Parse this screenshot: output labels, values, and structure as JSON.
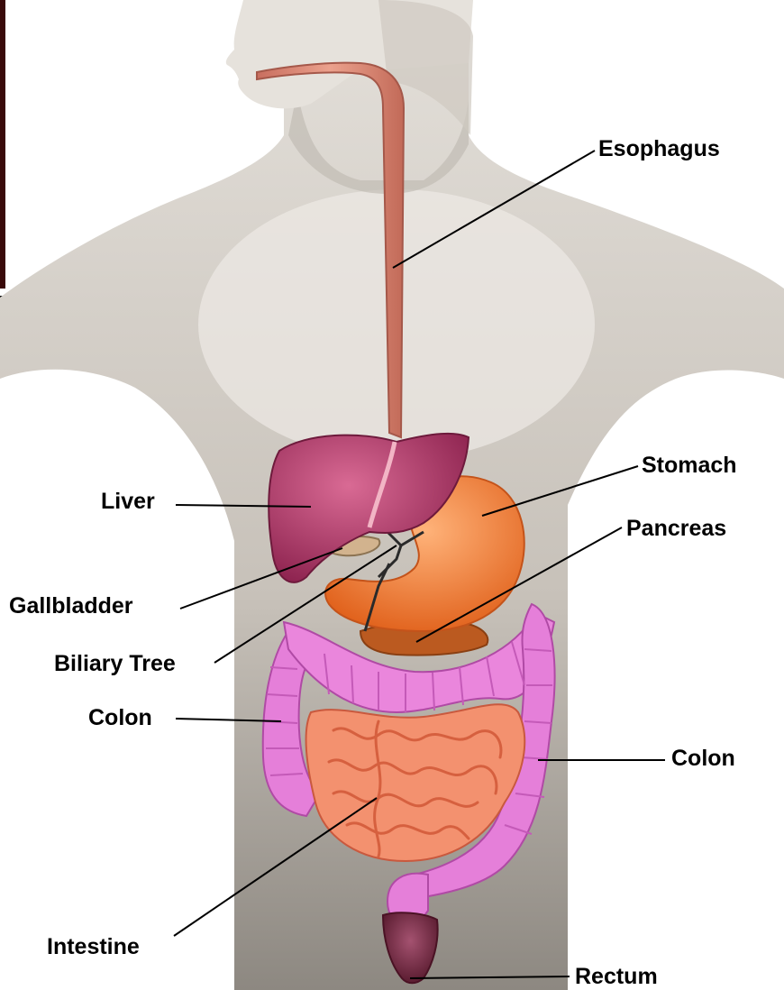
{
  "colors": {
    "skin": "#d9d4cd",
    "skin_shadow": "#9f9a93",
    "esophagus": "#d98a78",
    "liver": "#b23c6b",
    "stomach": "#f07a2a",
    "pancreas": "#b8541a",
    "colon": "#e67ad8",
    "intestine": "#f0826a",
    "rectum": "#7a3048",
    "leader_line": "#000000"
  },
  "labels": {
    "esophagus": "Esophagus",
    "stomach": "Stomach",
    "liver": "Liver",
    "pancreas": "Pancreas",
    "gallbladder": "Gallbladder",
    "biliary_tree": "Biliary Tree",
    "colon_left": "Colon",
    "colon_right": "Colon",
    "intestine": "Intestine",
    "rectum": "Rectum"
  }
}
